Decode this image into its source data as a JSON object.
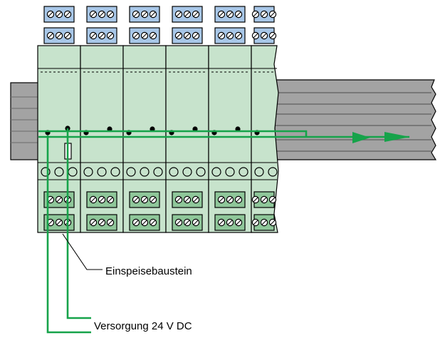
{
  "labels": {
    "feed_module": "Einspeisebaustein",
    "supply": "Versorgung 24 V DC"
  },
  "colors": {
    "module_body": "#c7e3cc",
    "module_stroke": "#000000",
    "terminal_blue": "#a8c7e8",
    "terminal_green": "#8fc79a",
    "rail": "#a3a3a3",
    "bus_line": "#16a34a",
    "background": "#ffffff"
  },
  "modules": {
    "count": 6,
    "last_module_cut": true,
    "top_terminal_rows": 2,
    "bottom_terminal_rows": 2,
    "screws_per_block": 3
  },
  "icons": {
    "terminal": "screw-terminal-icon",
    "fuse": "fuse-icon",
    "flow_arrow": "arrow-right-icon"
  }
}
